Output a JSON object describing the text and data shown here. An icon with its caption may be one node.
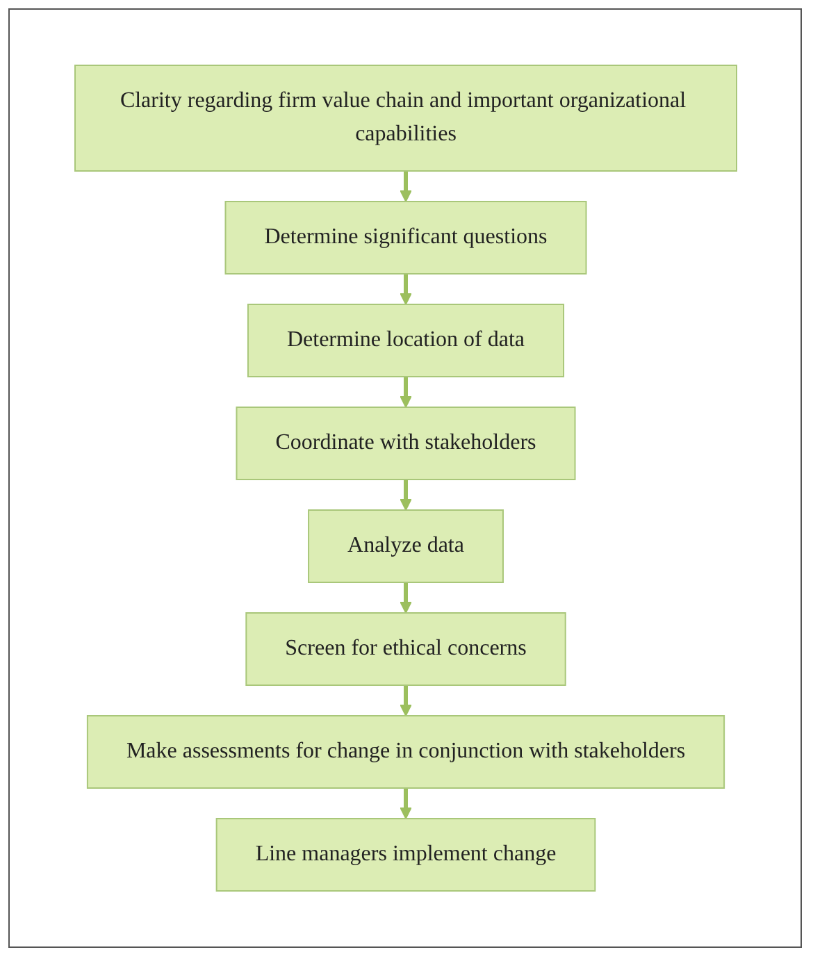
{
  "diagram": {
    "nodes": [
      {
        "text": [
          "Clarity regarding firm value chain and important organizational capabilities"
        ]
      },
      {
        "text": [
          "Determine significant questions"
        ]
      },
      {
        "text": [
          "Determine location of data"
        ]
      },
      {
        "text": [
          "Coordinate with stakeholders"
        ]
      },
      {
        "text": [
          "Analyze data"
        ]
      },
      {
        "text": [
          "Screen for ethical concerns"
        ]
      },
      {
        "text": [
          "Make assessments for change in conjunction with stakeholders"
        ]
      },
      {
        "text": [
          "Line managers implement change"
        ]
      }
    ],
    "edges": [
      {
        "from": 0,
        "to": 1,
        "arrow": "to"
      },
      {
        "from": 1,
        "to": 2,
        "arrow": "to"
      },
      {
        "from": 2,
        "to": 3,
        "arrow": "to"
      },
      {
        "from": 3,
        "to": 4,
        "arrow": "to"
      },
      {
        "from": 4,
        "to": 5,
        "arrow": "to"
      },
      {
        "from": 5,
        "to": 6,
        "arrow": "to"
      },
      {
        "from": 6,
        "to": 7,
        "arrow": "to"
      }
    ]
  }
}
